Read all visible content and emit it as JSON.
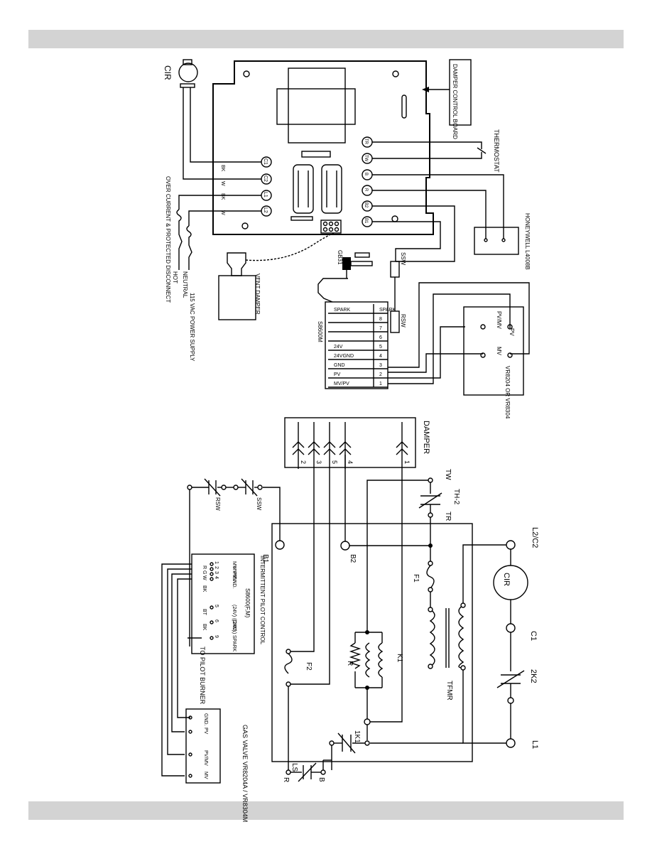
{
  "wiring_diagram": {
    "labels": {
      "cir": "CIR",
      "damper_control_board": "DAMPER CONTROL BOARD",
      "thermostat": "THERMOSTAT",
      "honeywell": "HONEYWELL L4008B",
      "over_current": "OVER CURRENT & PROTECTED DISCONNECT",
      "hot": "HOT",
      "neutral": "NEUTRAL",
      "power_supply": "115 VAC POWER SUPPLY",
      "vent_damper": "VENT DAMPER",
      "gb31": "GB31",
      "ssw": "SSW",
      "rsw": "RSW",
      "s8600m": "S8600M",
      "vr_valve": "VR8204 OR VR8304",
      "pv_mv": "PV/MV",
      "pv": "PV",
      "mv": "MV",
      "bk": "BK",
      "w": "W"
    },
    "board_terminals": [
      "TR",
      "TW",
      "B",
      "R",
      "B2",
      "B1"
    ],
    "power_terminals": [
      "C1",
      "C2",
      "L1",
      "L2"
    ],
    "s8600m_terminals": [
      "SPARK",
      "8",
      "7",
      "6",
      "5",
      "4",
      "3",
      "2",
      "1"
    ],
    "s8600m_labels": [
      "SPARK",
      "",
      "",
      "",
      "24V",
      "24VGND",
      "GND",
      "PV",
      "MV/PV",
      "MV"
    ]
  },
  "schematic": {
    "labels": {
      "damper": "DAMPER",
      "damper_pins": [
        "1",
        "4",
        "5",
        "3",
        "2"
      ],
      "tw": "TW",
      "tr": "TR",
      "th2": "TH-2",
      "l2c2": "L2/C2",
      "cir": "CIR",
      "c1": "C1",
      "k2": "2K2",
      "l1": "L1",
      "tfmr": "TFMR",
      "f1": "F1",
      "f2": "F2",
      "k1": "K1",
      "r": "R",
      "k1c": "1K1",
      "ls": "LS",
      "lsr": "R",
      "lsb": "B",
      "b1": "B1",
      "b2": "B2",
      "rsw": "RSW",
      "ssw": "SSW",
      "pilot_title": "INTERMITTENT PILOT CONTROL",
      "pilot_model": "S8600(F,M)",
      "to_pilot": "TO PILOT BURNER",
      "gas_valve": "GAS VALVE VR8204A / VR8304M"
    },
    "pilot_terminals": [
      {
        "num": "1",
        "label": "MV"
      },
      {
        "num": "2",
        "label": "MV/PV"
      },
      {
        "num": "3",
        "label": "PV"
      },
      {
        "num": "4",
        "label": "GND."
      },
      {
        "num": "5",
        "label": "(24V) (GND.)"
      },
      {
        "num": "6",
        "label": "(24V)"
      },
      {
        "num": "9",
        "label": "SPARK"
      }
    ],
    "pilot_wire_colors": [
      "R",
      "G",
      "W",
      "BK",
      "BT",
      "BK"
    ],
    "gas_valve_terminals": [
      "GND.",
      "PV",
      "PV/MV",
      "MV"
    ]
  }
}
